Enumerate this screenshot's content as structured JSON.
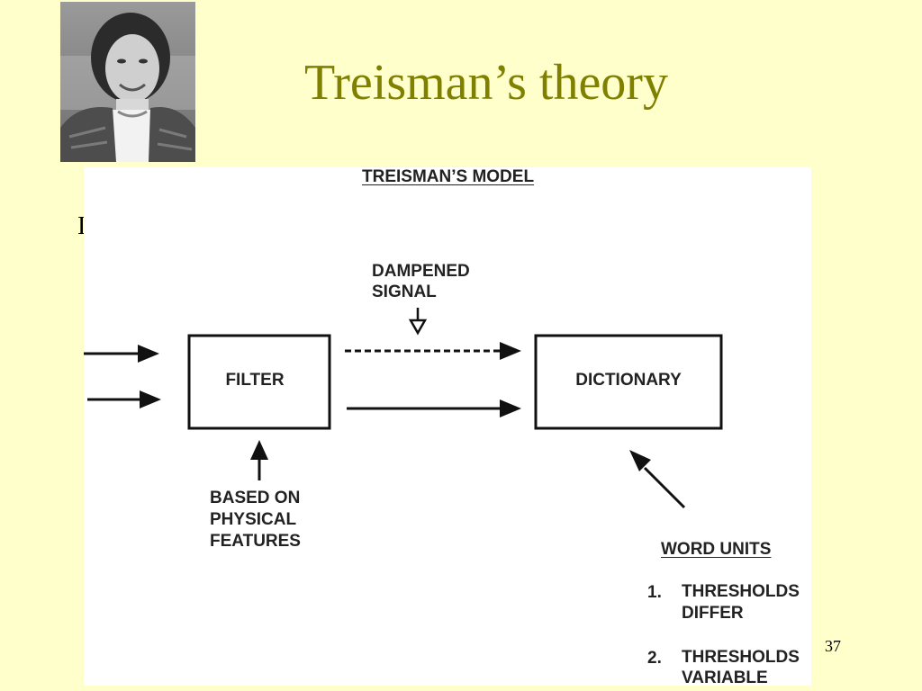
{
  "slide": {
    "title": "Treisman’s theory",
    "bullet_fragment": "I",
    "page_number": "37"
  },
  "diagram": {
    "title": "TREISMAN’S MODEL",
    "filter_label": "FILTER",
    "dictionary_label": "DICTIONARY",
    "dampened_signal": [
      "DAMPENED",
      "SIGNAL"
    ],
    "physical_features": [
      "BASED ON",
      "PHYSICAL",
      "FEATURES"
    ],
    "word_units": {
      "heading": "WORD UNITS",
      "items": [
        {
          "number": "1.",
          "lines": [
            "THRESHOLDS",
            "DIFFER"
          ]
        },
        {
          "number": "2.",
          "lines": [
            "THRESHOLDS",
            "VARIABLE"
          ]
        }
      ]
    }
  }
}
